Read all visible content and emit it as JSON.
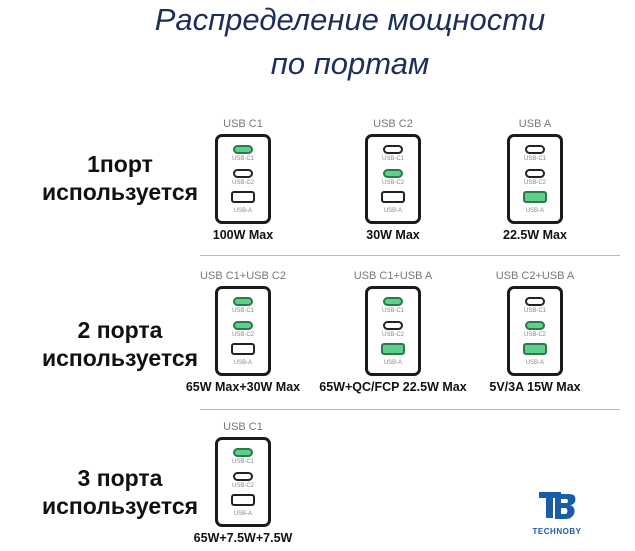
{
  "title": {
    "line1": "Распределение мощности",
    "line2": "по портам"
  },
  "port_labels": {
    "c1": "USB-C1",
    "c2": "USB-C2",
    "a": "USB-A"
  },
  "rows": [
    {
      "label1": "1порт",
      "label2": "используется",
      "devices": [
        {
          "header": "USB C1",
          "caption": "100W Max",
          "active": [
            "c1"
          ]
        },
        {
          "header": "USB C2",
          "caption": "30W Max",
          "active": [
            "c2"
          ]
        },
        {
          "header": "USB A",
          "caption": "22.5W Max",
          "active": [
            "a"
          ]
        }
      ]
    },
    {
      "label1": "2 порта",
      "label2": "используется",
      "devices": [
        {
          "header": "USB C1+USB C2",
          "caption": "65W Max+30W Max",
          "active": [
            "c1",
            "c2"
          ]
        },
        {
          "header": "USB C1+USB A",
          "caption": "65W+QC/FCP 22.5W Max",
          "active": [
            "c1",
            "a"
          ]
        },
        {
          "header": "USB C2+USB A",
          "caption": "5V/3A 15W Max",
          "active": [
            "c2",
            "a"
          ]
        }
      ]
    },
    {
      "label1": "3 порта",
      "label2": "используется",
      "devices": [
        {
          "header": "USB C1",
          "caption": "65W+7.5W+7.5W",
          "active": [
            "c1"
          ]
        }
      ]
    }
  ],
  "logo": {
    "mark": "TB",
    "text": "TECHNOBY"
  },
  "colors": {
    "title": "#1d2d5c",
    "active": "#5fd08a",
    "logo": "#1a5ca8"
  }
}
